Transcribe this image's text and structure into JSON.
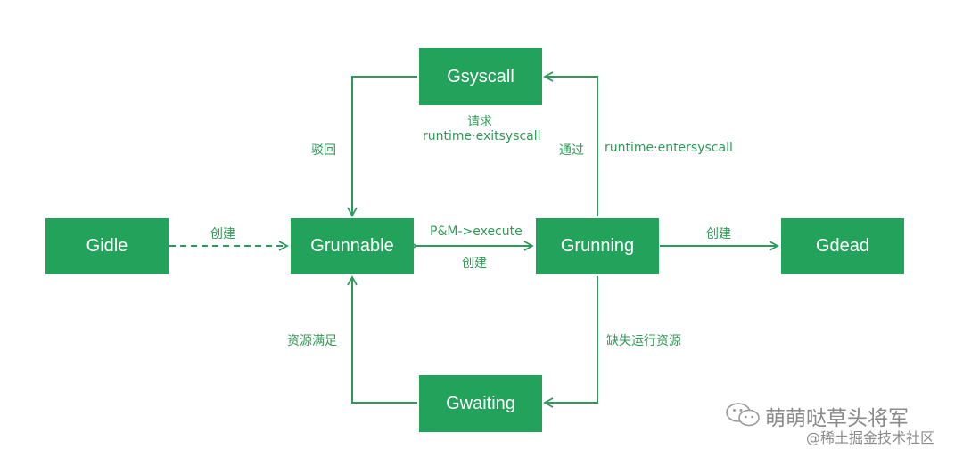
{
  "diagram": {
    "colors": {
      "node_fill": "#22a25a",
      "node_text": "#ffffff",
      "edge": "#2e9a5a",
      "label": "#2f9a57"
    },
    "nodes": {
      "gidle": "Gidle",
      "grunnable": "Grunnable",
      "grunning": "Grunning",
      "gdead": "Gdead",
      "gsyscall": "Gsyscall",
      "gwaiting": "Gwaiting"
    },
    "edges": {
      "gidle_to_grunnable": "创建",
      "grunnable_grunning_top": "P&M->execute",
      "grunnable_grunning_bottom": "创建",
      "grunning_to_gdead": "创建",
      "gsyscall_to_grunnable_side": "驳回",
      "gsyscall_to_grunnable_line1": "请求",
      "gsyscall_to_grunnable_line2": "runtime·exitsyscall",
      "grunning_to_gsyscall_side": "通过",
      "grunning_to_gsyscall_call": "runtime·entersyscall",
      "gwaiting_to_grunnable": "资源满足",
      "grunning_to_gwaiting": "缺失运行资源"
    }
  },
  "watermark": {
    "account": "萌萌哒草头将军",
    "site": "@稀土掘金技术社区",
    "icon": "wechat-icon"
  }
}
